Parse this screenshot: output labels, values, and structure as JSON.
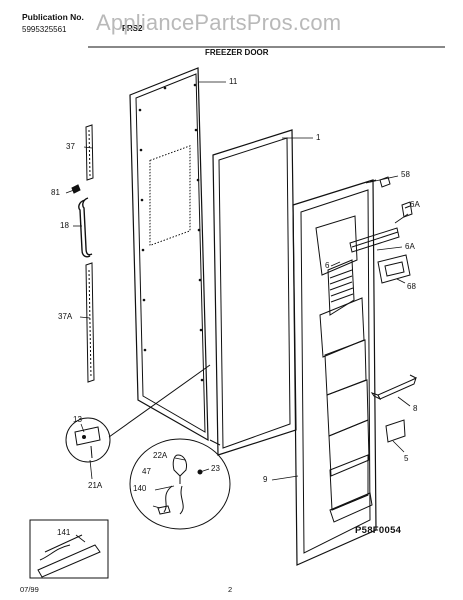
{
  "header": {
    "publication_label": "Publication No.",
    "publication_number": "5995325561",
    "model_code": "FRS2",
    "watermark": "AppliancePartsPros.com",
    "section_title": "FREEZER DOOR"
  },
  "callouts": [
    {
      "id": "11",
      "text": "11"
    },
    {
      "id": "1",
      "text": "1"
    },
    {
      "id": "37",
      "text": "37"
    },
    {
      "id": "81",
      "text": "81"
    },
    {
      "id": "18",
      "text": "18"
    },
    {
      "id": "58",
      "text": "58"
    },
    {
      "id": "6A-top",
      "text": "6A"
    },
    {
      "id": "6A-mid",
      "text": "6A"
    },
    {
      "id": "6",
      "text": "6"
    },
    {
      "id": "68",
      "text": "68"
    },
    {
      "id": "37A",
      "text": "37A"
    },
    {
      "id": "8",
      "text": "8"
    },
    {
      "id": "13",
      "text": "13"
    },
    {
      "id": "21A",
      "text": "21A"
    },
    {
      "id": "22A",
      "text": "22A"
    },
    {
      "id": "47",
      "text": "47"
    },
    {
      "id": "23",
      "text": "23"
    },
    {
      "id": "140",
      "text": "140"
    },
    {
      "id": "5",
      "text": "5"
    },
    {
      "id": "9",
      "text": "9"
    },
    {
      "id": "141",
      "text": "141"
    }
  ],
  "footer": {
    "diagram_code": "P58F0054",
    "date": "07/99",
    "page_number": "2"
  }
}
